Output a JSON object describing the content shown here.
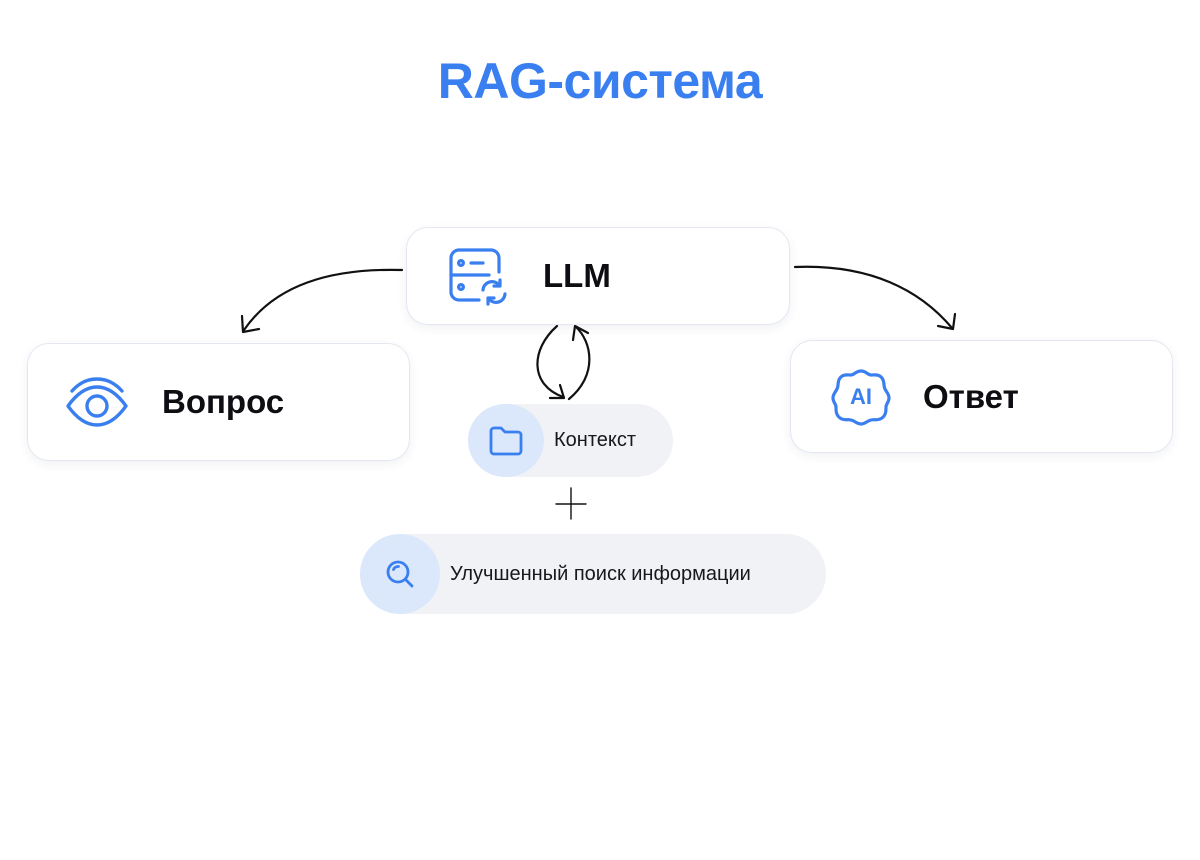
{
  "colors": {
    "accent": "#3a7ff0",
    "icon_bg": "#dbe8fc",
    "pill_bg": "#f1f2f6",
    "text": "#0d0d12"
  },
  "title": "RAG-система",
  "nodes": {
    "llm": {
      "label": "LLM",
      "icon": "server-sync-icon"
    },
    "question": {
      "label": "Вопрос",
      "icon": "eye-icon"
    },
    "answer": {
      "label": "Ответ",
      "icon": "ai-badge-icon",
      "icon_text": "AI"
    },
    "context": {
      "label": "Контекст",
      "icon": "folder-icon"
    },
    "retrieval": {
      "label": "Улучшенный поиск информации",
      "icon": "search-icon"
    }
  },
  "connectors": [
    "llm-to-question",
    "llm-to-answer",
    "llm-context-cycle",
    "plus"
  ]
}
